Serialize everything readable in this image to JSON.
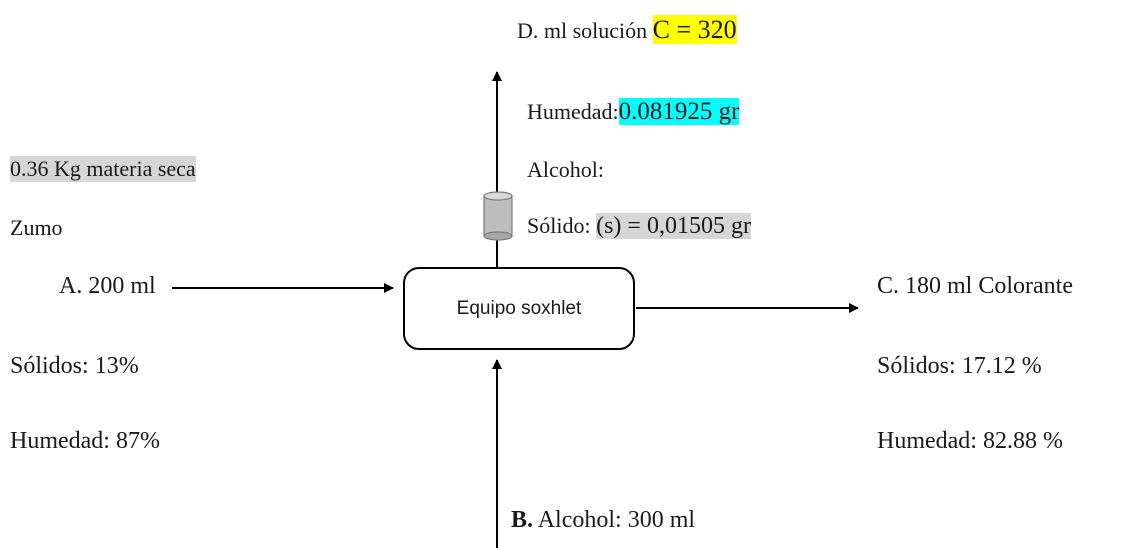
{
  "process": {
    "label": "Equipo soxhlet"
  },
  "output_d": {
    "title_prefix": "D.  ml solución",
    "title_value": "C = 320",
    "humedad_label": "Humedad:",
    "humedad_value": "0.081925 gr",
    "alcohol_label": "Alcohol:",
    "solido_label": "Sólido:",
    "solido_value": "(s) = 0,01505 gr"
  },
  "input_a": {
    "materia_seca": "0.36 Kg materia seca",
    "zumo": "Zumo",
    "title": "A.  200 ml",
    "solidos": "Sólidos: 13%",
    "humedad": "Humedad: 87%"
  },
  "output_c": {
    "title": "C. 180 ml Colorante",
    "solidos": "Sólidos: 17.12 %",
    "humedad": "Humedad: 82.88 %"
  },
  "input_b": {
    "letter": "B.",
    "text": "Alcohol: 300 ml"
  },
  "colors": {
    "highlight_yellow": "#ffff00",
    "highlight_cyan": "#00ffff",
    "highlight_gray": "#d6d6d6"
  },
  "icons": {
    "condenser": "cylinder-icon"
  }
}
